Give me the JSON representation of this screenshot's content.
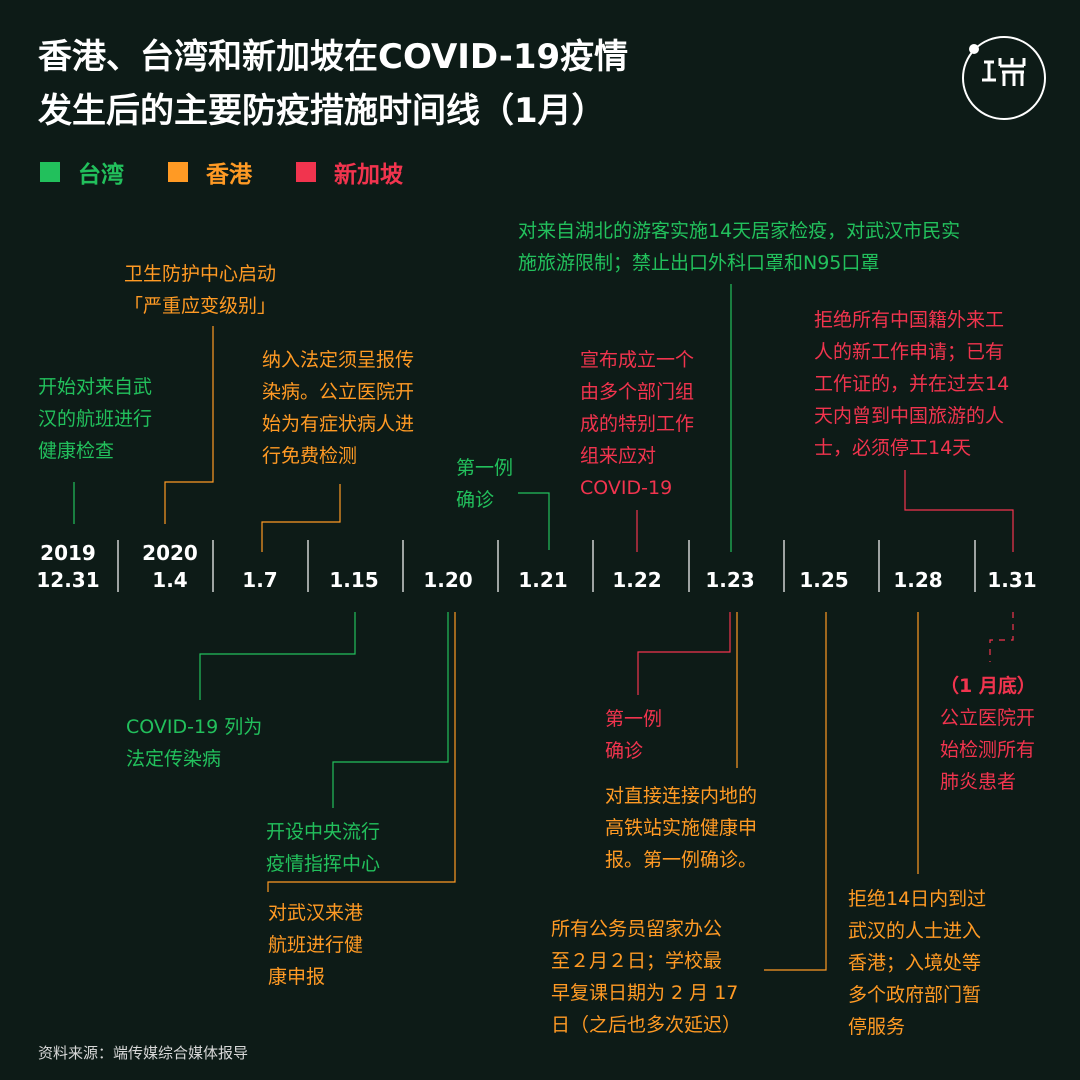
{
  "title": {
    "line1": "香港、台湾和新加坡在COVID-19疫情",
    "line2": "发生后的主要防疫措施时间线（1月）"
  },
  "legend": [
    {
      "label": "台湾",
      "color": "#22c05c"
    },
    {
      "label": "香港",
      "color": "#ff9a24"
    },
    {
      "label": "新加坡",
      "color": "#f1344e"
    }
  ],
  "colors": {
    "taiwan": "#22c05c",
    "hongkong": "#ff9a24",
    "singapore": "#f1344e",
    "axis": "#ffffff",
    "background": "#0d1b17"
  },
  "ticks": [
    {
      "line1": "2019",
      "line2": "12.31"
    },
    {
      "line1": "2020",
      "line2": "1.4"
    },
    {
      "line1": "",
      "line2": "1.7"
    },
    {
      "line1": "",
      "line2": "1.15"
    },
    {
      "line1": "",
      "line2": "1.20"
    },
    {
      "line1": "",
      "line2": "1.21"
    },
    {
      "line1": "",
      "line2": "1.22"
    },
    {
      "line1": "",
      "line2": "1.23"
    },
    {
      "line1": "",
      "line2": "1.25"
    },
    {
      "line1": "",
      "line2": "1.28"
    },
    {
      "line1": "",
      "line2": "1.31"
    }
  ],
  "events": {
    "tw_1231": [
      "开始对来自武",
      "汉的航班进行",
      "健康检查"
    ],
    "hk_104": [
      "卫生防护中心启动",
      "「严重应变级别」"
    ],
    "hk_107": [
      "纳入法定须呈报传",
      "染病。公立医院开",
      "始为有症状病人进",
      "行免费检测"
    ],
    "tw_121": [
      "第一例",
      "确诊"
    ],
    "sg_122": [
      "宣布成立一个",
      "由多个部门组",
      "成的特别工作",
      "组来应对",
      "COVID-19"
    ],
    "tw_123": [
      "对来自湖北的游客实施14天居家检疫，对武汉市民实",
      "施旅游限制；禁止出口外科口罩和N95口罩"
    ],
    "sg_131": [
      "拒绝所有中国籍外来工",
      "人的新工作申请；已有",
      "工作证的，并在过去14",
      "天内曾到中国旅游的人",
      "士，必须停工14天"
    ],
    "tw_115": [
      "COVID-19 列为",
      "法定传染病"
    ],
    "tw_120": [
      "开设中央流行",
      "疫情指挥中心"
    ],
    "hk_120": [
      "对武汉来港",
      "航班进行健",
      "康申报"
    ],
    "sg_123": [
      "第一例",
      "确诊"
    ],
    "hk_123": [
      "对直接连接内地的",
      "高铁站实施健康申",
      "报。第一例确诊。"
    ],
    "hk_125": [
      "所有公务员留家办公",
      "至２月２日；学校最",
      "早复课日期为 2 月 17",
      "日（之后也多次延迟）"
    ],
    "hk_128": [
      "拒绝14日内到过",
      "武汉的人士进入",
      "香港；入境处等",
      "多个政府部门暂",
      "停服务"
    ],
    "sg_end": [
      "（1 月底）",
      "公立医院开",
      "始检测所有",
      "肺炎患者"
    ]
  },
  "source": "资料来源：端传媒综合媒体报导"
}
